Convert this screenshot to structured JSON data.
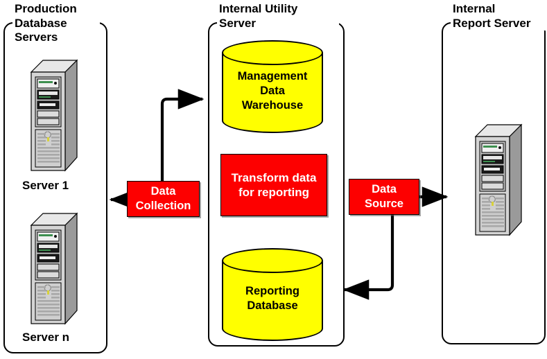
{
  "diagram": {
    "title_colors": {
      "cylinder_fill": "#ffff00",
      "process_fill": "#fd0000",
      "process_text": "#ffffff",
      "line": "#000000",
      "background": "#ffffff"
    },
    "zones": [
      {
        "id": "production",
        "title": "Production\nDatabase\nServers"
      },
      {
        "id": "utility",
        "title": "Internal Utility\nServer"
      },
      {
        "id": "report",
        "title": "Internal\nReport Server"
      }
    ],
    "servers": [
      {
        "id": "server-1",
        "label": "Server 1"
      },
      {
        "id": "server-n",
        "label": "Server n"
      },
      {
        "id": "report-server",
        "label": ""
      }
    ],
    "datastores": [
      {
        "id": "mdw",
        "label": "Management\nData\nWarehouse"
      },
      {
        "id": "reportdb",
        "label": "Reporting\nDatabase"
      }
    ],
    "processes": [
      {
        "id": "data-collection",
        "label": "Data\nCollection"
      },
      {
        "id": "transform",
        "label": "Transform data\nfor reporting"
      },
      {
        "id": "data-source",
        "label": "Data\nSource"
      }
    ]
  }
}
